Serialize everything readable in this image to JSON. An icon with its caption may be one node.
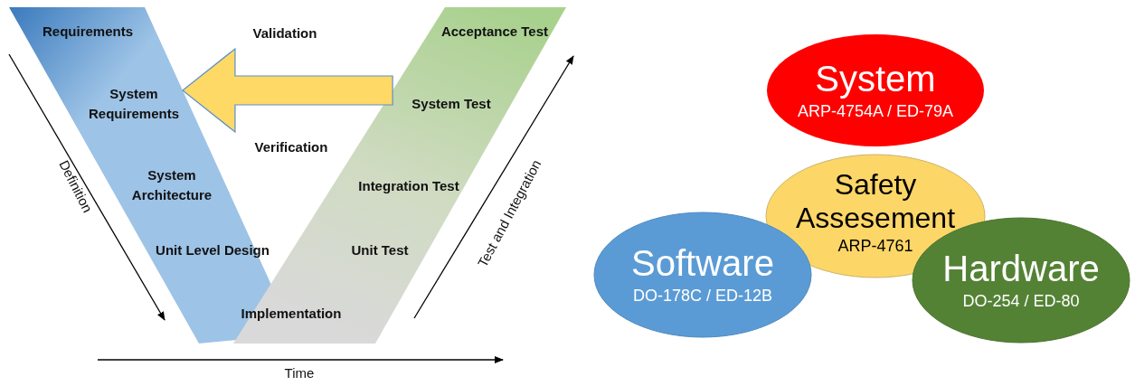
{
  "diagram": {
    "nodes": [
      {
        "text": [
          "Requirements",
          "System Requirements",
          "System Architecture",
          "Unit Level Design"
        ]
      },
      {
        "text": [
          "Acceptance Test",
          "System Test",
          "Integration Test",
          "Unit Test"
        ]
      },
      {
        "text": [
          "Safety Assesement",
          "ARP-4761"
        ]
      },
      {
        "text": [
          "System",
          "ARP-4754A / ED-79A"
        ]
      },
      {
        "text": [
          "Software",
          "DO-178C / ED-12B"
        ]
      },
      {
        "text": [
          "Hardware",
          "DO-254 / ED-80"
        ]
      }
    ],
    "edges": [
      {
        "from": 1,
        "to": 0,
        "arrow": "to",
        "style": "thick",
        "color": "#ffd966"
      }
    ],
    "labels": [
      "Validation",
      "Verification",
      "Implementation",
      "Definition",
      "Test and Integration",
      "Time"
    ]
  }
}
